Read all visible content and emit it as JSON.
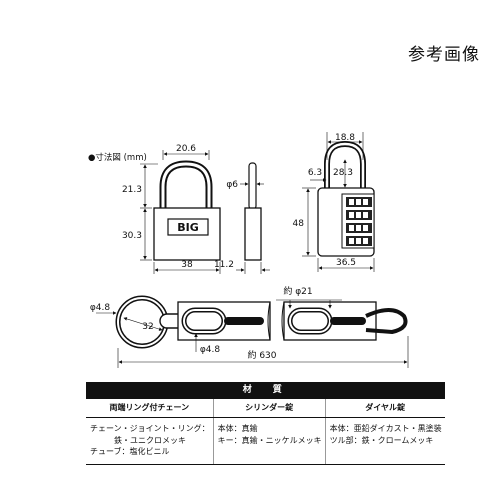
{
  "page_title": "参考画像",
  "diagram": {
    "heading": "●寸法図 (mm)",
    "padlock_front": {
      "brand_mark": "BIG",
      "shackle_width": "20.6",
      "shackle_height": "21.3",
      "body_height": "30.3",
      "body_width": "38"
    },
    "padlock_side": {
      "shackle_diameter": "φ6",
      "body_depth": "11.2"
    },
    "combo_lock": {
      "top_width": "18.8",
      "shackle_offset": "6.3",
      "shackle_clearance": "28.3",
      "body_height": "48",
      "body_width": "36.5"
    },
    "chain": {
      "ring_wire_diameter": "φ4.8",
      "ring_diameter": "32",
      "link_wire_diameter": "φ4.8",
      "link_outer_diameter": "約 φ21",
      "total_length": "約 630"
    }
  },
  "materials_table": {
    "title": "材　質",
    "columns": [
      {
        "header": "両端リング付チェーン",
        "lines": [
          "チェーン・ジョイント・リング：",
          "　　　鉄・ユニクロメッキ",
          "チューブ：塩化ビニル"
        ]
      },
      {
        "header": "シリンダー錠",
        "lines": [
          "本体：真鍮",
          "キー：真鍮・ニッケルメッキ"
        ]
      },
      {
        "header": "ダイヤル錠",
        "lines": [
          "本体：亜鉛ダイカスト・黒塗装",
          "ツル部：鉄・クロームメッキ"
        ]
      }
    ]
  }
}
